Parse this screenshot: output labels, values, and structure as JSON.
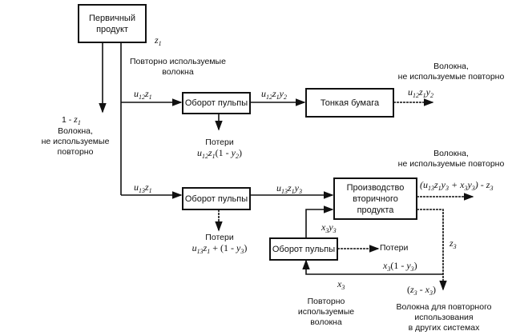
{
  "diagram": {
    "boxes": {
      "primary_product": {
        "line1": "Первичный",
        "line2": "продукт"
      },
      "pulp_recycle_1": "Оборот пульпы",
      "tissue_paper": "Тонкая бумага",
      "pulp_recycle_2": "Оборот пульпы",
      "secondary_product": {
        "line1": "Производство",
        "line2": "вторичного",
        "line3": "продукта"
      },
      "pulp_recycle_3": "Оборот пульпы"
    },
    "labels": {
      "z1": {
        "var": "z",
        "sub": "1"
      },
      "recycled_fibers_top": {
        "line1": "Повторно используемые",
        "line2": "волокна"
      },
      "one_minus_z1": {
        "prefix": "1 - ",
        "var": "z",
        "sub": "1"
      },
      "not_reused_left": {
        "line1": "Волокна,",
        "line2": "не используемые",
        "line3": "повторно"
      },
      "u12z1": {
        "u": "u",
        "u_sub": "12",
        "z": "z",
        "z_sub": "1"
      },
      "u12z1y2_in": {
        "u": "u",
        "u_sub": "12",
        "z": "z",
        "z_sub": "1",
        "y": "y",
        "y_sub": "2"
      },
      "u12z1y2_out": {
        "u": "u",
        "u_sub": "12",
        "z": "z",
        "z_sub": "1",
        "y": "y",
        "y_sub": "2"
      },
      "not_reused_top_right": {
        "line1": "Волокна,",
        "line2": "не используемые повторно"
      },
      "losses_1": {
        "title": "Потери",
        "formula_a": "u",
        "a_sub": "12",
        "formula_b": "z",
        "b_sub": "1",
        "formula_c": "(1 - ",
        "formula_d": "y",
        "d_sub": "2",
        "formula_e": ")"
      },
      "not_reused_mid_right": {
        "line1": "Волокна,",
        "line2": "не используемые повторно"
      },
      "u13z1": {
        "u": "u",
        "u_sub": "13",
        "z": "z",
        "z_sub": "1"
      },
      "u13z1y3": {
        "u": "u",
        "u_sub": "13",
        "z": "z",
        "z_sub": "1",
        "y": "y",
        "y_sub": "3"
      },
      "secondary_output": {
        "open": "(",
        "u": "u",
        "u_sub": "13",
        "z": "z",
        "z_sub": "1",
        "y": "y",
        "y_sub": "3",
        "plus": " + ",
        "x": "x",
        "x_sub": "3",
        "y2": "y",
        "y2_sub": "3",
        "close": ") - ",
        "z3": "z",
        "z3_sub": "3"
      },
      "losses_2": {
        "title": "Потери",
        "formula_a": "u",
        "a_sub": "13",
        "formula_b": "z",
        "b_sub": "1",
        "formula_c": " + (1 - ",
        "formula_d": "y",
        "d_sub": "3",
        "formula_e": ")"
      },
      "x3y3": {
        "x": "x",
        "x_sub": "3",
        "y": "y",
        "y_sub": "3"
      },
      "losses_3": "Потери",
      "z3": {
        "var": "z",
        "sub": "3"
      },
      "x3_one_minus_y3": {
        "x": "x",
        "x_sub": "3",
        "mid": "(1 - ",
        "y": "y",
        "y_sub": "3",
        "end": ")"
      },
      "x3": {
        "var": "x",
        "sub": "3"
      },
      "z3_minus_x3": {
        "open": "(",
        "z": "z",
        "z_sub": "3",
        "mid": " - ",
        "x": "x",
        "x_sub": "3",
        "close": ")"
      },
      "recycled_fibers_bottom": {
        "line1": "Повторно",
        "line2": "используемые",
        "line3": "волокна"
      },
      "fibers_for_other_systems": {
        "line1": "Волокна для повторного",
        "line2": "использования",
        "line3": "в других системах"
      }
    }
  }
}
